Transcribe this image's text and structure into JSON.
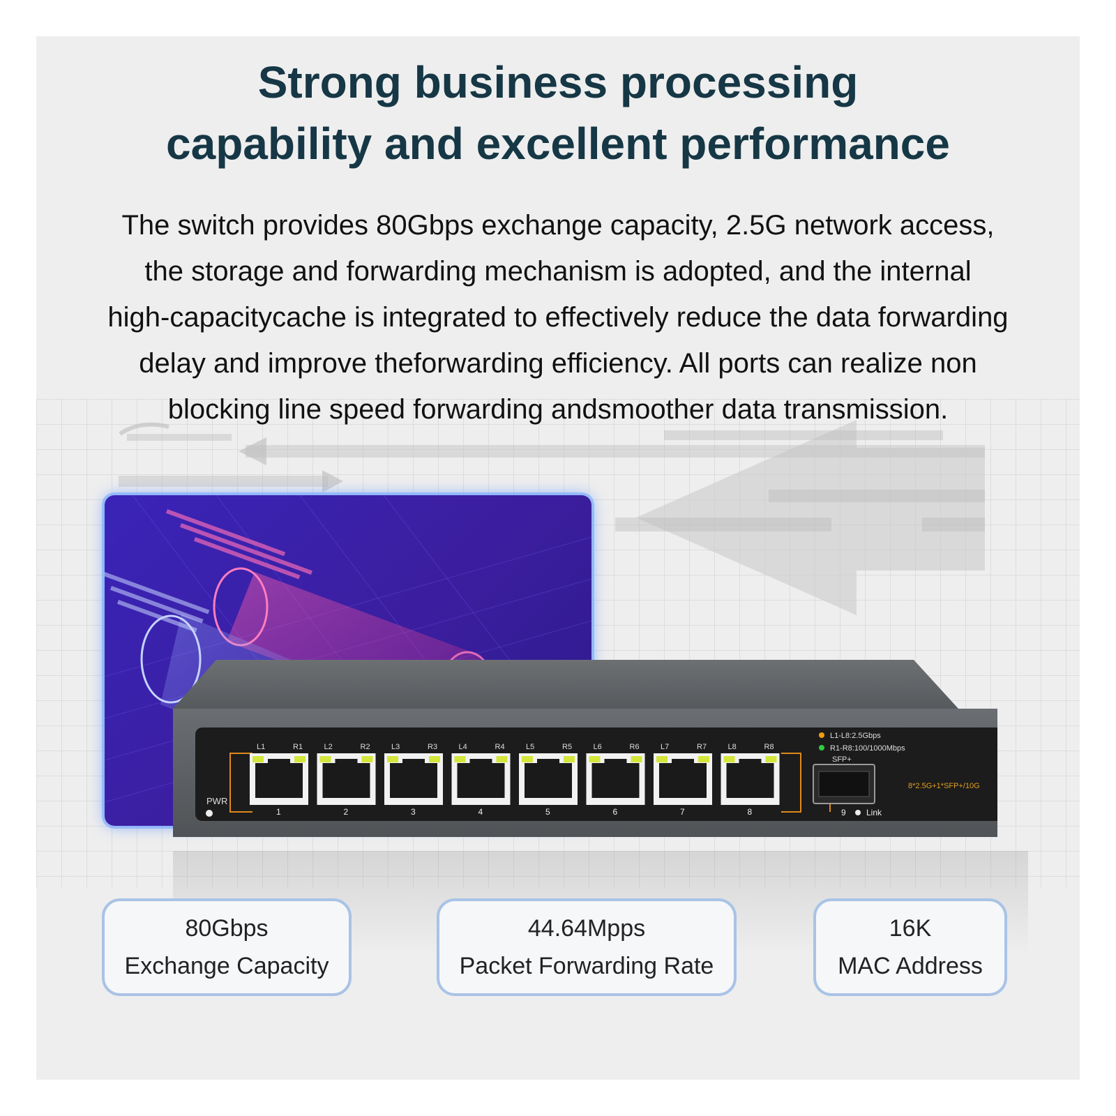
{
  "headline": {
    "line1": "Strong business processing",
    "line2": "capability and excellent performance"
  },
  "description": {
    "lines": [
      "The switch provides 80Gbps exchange capacity, 2.5G network access,",
      "the storage and forwarding mechanism is adopted, and the internal",
      "high-capacitycache is integrated to effectively reduce the data forwarding",
      "delay and improve theforwarding efficiency. All ports can realize non",
      "blocking line speed forwarding andsmoother data transmission."
    ]
  },
  "switch": {
    "port_top_labels": [
      "L1",
      "R1",
      "L2",
      "R2",
      "L3",
      "R3",
      "L4",
      "R4",
      "L5",
      "R5",
      "L6",
      "R6",
      "L7",
      "R7",
      "L8",
      "R8"
    ],
    "port_numbers": [
      "1",
      "2",
      "3",
      "4",
      "5",
      "6",
      "7",
      "8"
    ],
    "legend_orange": "L1-L8:2.5Gbps",
    "legend_green": "R1-R8:100/1000Mbps",
    "sfp_label": "SFP+",
    "model_text": "8*2.5G+1*SFP+/10G",
    "sfp_port_number": "9",
    "link_label": "Link",
    "pwr_label": "PWR",
    "colors": {
      "orange_led": "#f39c12",
      "green_led": "#2ecc40",
      "port_yellow": "#d4e63a"
    }
  },
  "stats": [
    {
      "value": "80Gbps",
      "label": "Exchange Capacity"
    },
    {
      "value": "44.64Mpps",
      "label": "Packet Forwarding Rate"
    },
    {
      "value": "16K",
      "label": "MAC Address"
    }
  ]
}
